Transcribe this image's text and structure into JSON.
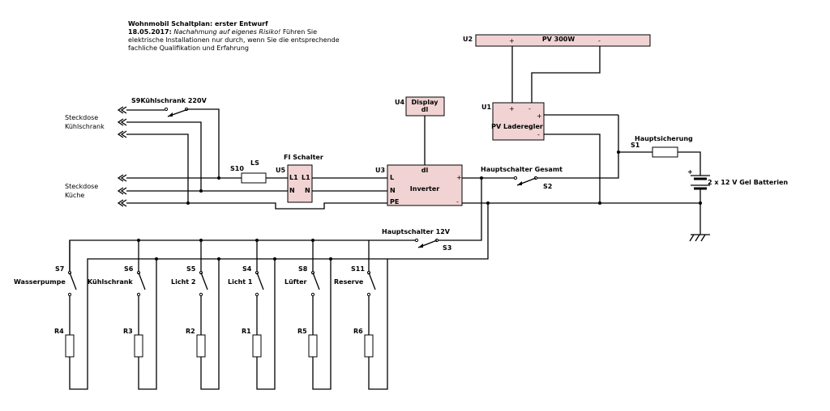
{
  "note": {
    "title": "Wohnmobil Schaltplan: erster Entwurf",
    "date": "18.05.2017:",
    "warning": "Nachahmung auf eigenes Risiko!",
    "text": " Führen Sie elektrische Installationen nur durch, wenn Sie die entsprechende fachliche Qualifikation und Erfahrung"
  },
  "components": {
    "u2": {
      "ref": "U2",
      "label": "PV 300W",
      "plus": "+",
      "minus": "-"
    },
    "u1": {
      "ref": "U1",
      "label": "PV Laderegler",
      "plus1": "+",
      "minus1": "-",
      "plus2": "+",
      "minus2": "-"
    },
    "u4": {
      "ref": "U4",
      "label": "Display",
      "label2": "dl"
    },
    "u3": {
      "ref": "U3",
      "label": "Inverter",
      "top": "dl",
      "l": "L",
      "n": "N",
      "pe": "PE",
      "plus": "+",
      "minus": "-"
    },
    "u5": {
      "ref": "U5",
      "title": "FI Schalter",
      "l1a": "L1",
      "l1b": "L1",
      "na": "N",
      "nb": "N"
    },
    "s10": {
      "ref": "S10",
      "label": "LS"
    },
    "s9": {
      "label": "S9Kühlschrank 220V"
    },
    "socket1": {
      "line1": "Steckdose",
      "line2": "Kühlschrank"
    },
    "socket2": {
      "line1": "Steckdose",
      "line2": "Küche"
    },
    "s1": {
      "ref": "S1",
      "label": "Hauptsicherung"
    },
    "battery": {
      "plus": "+",
      "label": "2 x 12 V Gel Batterien"
    },
    "s2": {
      "ref": "S2",
      "label": "Hauptschalter Gesamt"
    },
    "s3": {
      "ref": "S3",
      "label": "Hauptschalter 12V"
    },
    "switches": [
      {
        "ref": "S7",
        "label": "Wasserpumpe"
      },
      {
        "ref": "S6",
        "label": "Kühlschrank"
      },
      {
        "ref": "S5",
        "label": "Licht 2"
      },
      {
        "ref": "S4",
        "label": "Licht 1"
      },
      {
        "ref": "S8",
        "label": "Lüfter"
      },
      {
        "ref": "S11",
        "label": "Reserve"
      }
    ],
    "resistors": [
      {
        "ref": "R4"
      },
      {
        "ref": "R3"
      },
      {
        "ref": "R2"
      },
      {
        "ref": "R1"
      },
      {
        "ref": "R5"
      },
      {
        "ref": "R6"
      }
    ]
  }
}
